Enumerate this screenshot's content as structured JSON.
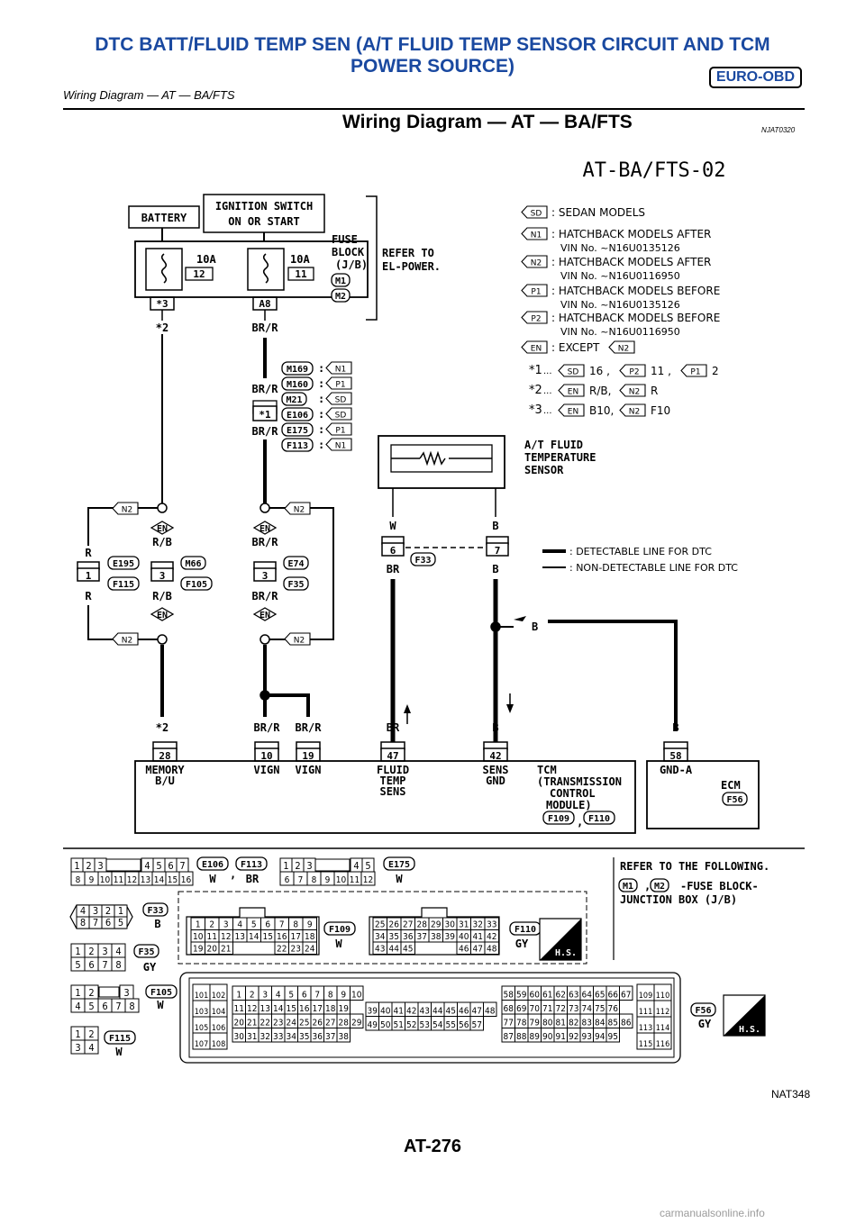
{
  "header": {
    "title_line1": "DTC BATT/FLUID TEMP SEN (A/T FLUID TEMP SENSOR CIRCUIT AND TCM",
    "title_line2": "POWER SOURCE)",
    "badge": "EURO-OBD",
    "subtitle": "Wiring Diagram — AT — BA/FTS"
  },
  "section": {
    "title": "Wiring Diagram — AT — BA/FTS",
    "ref": "NJAT0320"
  },
  "diagram": {
    "id": "AT-BA/FTS-02",
    "battery": "BATTERY",
    "ignition": [
      "IGNITION SWITCH",
      "ON OR START"
    ],
    "fuse_left": {
      "amp": "10A",
      "no": "12",
      "conn": "*3"
    },
    "fuse_right": {
      "amp": "10A",
      "no": "11",
      "conn": "A8"
    },
    "fuse_block": [
      "FUSE",
      "BLOCK",
      "(J/B)"
    ],
    "fuse_block_conns": [
      "M1",
      "M2"
    ],
    "refer_to": [
      "REFER TO",
      "EL-POWER."
    ],
    "wire_labels": {
      "star2_top": "*2",
      "br_r_top": "BR/R",
      "br_r_mid1": "BR/R",
      "br_r_mid2": "BR/R",
      "star1": "*1"
    },
    "mid_conns": [
      {
        "conn": "M169",
        "model": "N1"
      },
      {
        "conn": "M160",
        "model": "P1"
      },
      {
        "conn": "M21",
        "model": "SD"
      },
      {
        "conn": "E106",
        "model": "SD"
      },
      {
        "conn": "E175",
        "model": "P1"
      },
      {
        "conn": "F113",
        "model": "N1"
      }
    ],
    "legend": [
      {
        "tag": "SD",
        "text": "SEDAN MODELS",
        "text2": ""
      },
      {
        "tag": "N1",
        "text": "HATCHBACK MODELS AFTER",
        "text2": "VIN No. ~N16U0135126"
      },
      {
        "tag": "N2",
        "text": "HATCHBACK MODELS AFTER",
        "text2": "VIN No. ~N16U0116950"
      },
      {
        "tag": "P1",
        "text": "HATCHBACK MODELS BEFORE",
        "text2": "VIN No. ~N16U0135126"
      },
      {
        "tag": "P2",
        "text": "HATCHBACK MODELS BEFORE",
        "text2": "VIN No. ~N16U0116950"
      },
      {
        "tag": "EN",
        "text": "EXCEPT",
        "text2": ""
      }
    ],
    "legend_except_tag": "N2",
    "notes": [
      {
        "star": "*1",
        "parts": [
          {
            "tag": "SD",
            "text": "16 ,"
          },
          {
            "tag": "P2",
            "text": "11 ,"
          },
          {
            "tag": "P1",
            "text": "2"
          }
        ]
      },
      {
        "star": "*2",
        "parts": [
          {
            "tag": "EN",
            "text": "R/B,"
          },
          {
            "tag": "N2",
            "text": "R"
          }
        ]
      },
      {
        "star": "*3",
        "parts": [
          {
            "tag": "EN",
            "text": "B10,"
          },
          {
            "tag": "N2",
            "text": "F10"
          }
        ]
      }
    ],
    "sensor": [
      "A/T FLUID",
      "TEMPERATURE",
      "SENSOR"
    ],
    "sensor_wires": {
      "left_top": "W",
      "right_top": "B",
      "left_pin": "6",
      "right_pin": "7",
      "left_bottom": "BR",
      "right_bottom": "B",
      "conn": "F33"
    },
    "line_legend": [
      "DETECTABLE LINE FOR DTC",
      "NON-DETECTABLE LINE FOR DTC"
    ],
    "left_group": {
      "tag_top": "N2",
      "tag_bottom": "N2",
      "en_top": "EN",
      "en_bottom": "EN",
      "r_top": "R",
      "r_bottom": "R",
      "pin1": "1",
      "c1a": "E195",
      "c1b": "F115",
      "rb_top": "R/B",
      "rb_bottom": "R/B",
      "pin3": "3",
      "c3a": "M66",
      "c3b": "F105"
    },
    "mid_group": {
      "tag_top": "N2",
      "tag_bottom": "N2",
      "en_top": "EN",
      "en_bottom": "EN",
      "brr_top": "BR/R",
      "brr_bottom": "BR/R",
      "pin3": "3",
      "c3a": "E74",
      "c3b": "F35"
    },
    "ecm_b_top": "B",
    "ecm_b_lower": "B",
    "tcm_pins": [
      {
        "wire": "*2",
        "pin": "28",
        "label1": "MEMORY",
        "label2": "B/U",
        "label3": ""
      },
      {
        "wire": "BR/R",
        "pin": "10",
        "label1": "VIGN",
        "label2": "",
        "label3": ""
      },
      {
        "wire": "BR/R",
        "pin": "19",
        "label1": "VIGN",
        "label2": "",
        "label3": ""
      },
      {
        "wire": "BR",
        "pin": "47",
        "label1": "FLUID",
        "label2": "TEMP",
        "label3": "SENS"
      },
      {
        "wire": "B",
        "pin": "42",
        "label1": "SENS",
        "label2": "GND",
        "label3": ""
      }
    ],
    "tcm_name": [
      "TCM",
      "(TRANSMISSION",
      "CONTROL",
      "MODULE)"
    ],
    "tcm_conns": [
      "F109",
      "F110"
    ],
    "ecm_pin": {
      "wire": "B",
      "pin": "58",
      "label": "GND-A"
    },
    "ecm_name": "ECM",
    "ecm_conn": "F56"
  },
  "connectors": {
    "refer": [
      "REFER TO THE FOLLOWING.",
      "-FUSE BLOCK-",
      "JUNCTION BOX (J/B)"
    ],
    "refer_conns": [
      "M1",
      "M2"
    ],
    "hs": "H.S.",
    "items": [
      {
        "id": "E106",
        "color": "W",
        "rows": [
          [
            "1",
            "2",
            "3",
            "",
            "4",
            "5",
            "6",
            "7"
          ],
          [
            "8",
            "9",
            "10",
            "11",
            "12",
            "13",
            "14",
            "15",
            "16"
          ]
        ]
      },
      {
        "id": "F113",
        "color": "BR",
        "rows": []
      },
      {
        "id": "E175",
        "color": "W",
        "rows": [
          [
            "1",
            "2",
            "3",
            "",
            "4",
            "5"
          ],
          [
            "6",
            "7",
            "8",
            "9",
            "10",
            "11",
            "12"
          ]
        ]
      },
      {
        "id": "F33",
        "color": "B",
        "rows": [
          [
            "4",
            "3",
            "2",
            "1"
          ],
          [
            "8",
            "7",
            "6",
            "5"
          ]
        ]
      },
      {
        "id": "F35",
        "color": "GY",
        "rows": [
          [
            "1",
            "2",
            "3",
            "4"
          ],
          [
            "5",
            "6",
            "7",
            "8"
          ]
        ]
      },
      {
        "id": "F105",
        "color": "W",
        "rows": [
          [
            "1",
            "2",
            "",
            "3"
          ],
          [
            "4",
            "5",
            "6",
            "7",
            "8"
          ]
        ]
      },
      {
        "id": "F115",
        "color": "W",
        "rows": [
          [
            "1",
            "2"
          ],
          [
            "3",
            "4"
          ]
        ]
      },
      {
        "id": "F109",
        "color": "W",
        "rows": [
          [
            "1",
            "2",
            "3",
            "4",
            "5",
            "6",
            "7",
            "8",
            "9"
          ],
          [
            "10",
            "11",
            "12",
            "13",
            "14",
            "15",
            "16",
            "17",
            "18"
          ],
          [
            "19",
            "20",
            "21",
            "",
            "",
            "",
            "22",
            "23",
            "24"
          ]
        ]
      },
      {
        "id": "F110",
        "color": "GY",
        "rows": [
          [
            "25",
            "26",
            "27",
            "28",
            "29",
            "30",
            "31",
            "32",
            "33"
          ],
          [
            "34",
            "35",
            "36",
            "37",
            "38",
            "39",
            "40",
            "41",
            "42"
          ],
          [
            "43",
            "44",
            "45",
            "",
            "",
            "",
            "46",
            "47",
            "48"
          ]
        ]
      },
      {
        "id": "F56",
        "color": "GY",
        "rows": []
      }
    ],
    "ecm_blocks": {
      "b1": [
        [
          "101",
          "102"
        ],
        [
          "103",
          "104"
        ],
        [
          "105",
          "106"
        ],
        [
          "107",
          "108"
        ]
      ],
      "b2": [
        [
          "1",
          "2",
          "3",
          "4",
          "5",
          "6",
          "7",
          "8",
          "9",
          "10"
        ],
        [
          "11",
          "12",
          "13",
          "14",
          "15",
          "16",
          "17",
          "18",
          "19"
        ],
        [
          "20",
          "21",
          "22",
          "23",
          "24",
          "25",
          "26",
          "27",
          "28",
          "29"
        ],
        [
          "30",
          "31",
          "32",
          "33",
          "34",
          "35",
          "36",
          "37",
          "38"
        ]
      ],
      "b3": [
        [
          "39",
          "40",
          "41",
          "42",
          "43",
          "44",
          "45",
          "46",
          "47",
          "48"
        ],
        [
          "49",
          "50",
          "51",
          "52",
          "53",
          "54",
          "55",
          "56",
          "57"
        ]
      ],
      "b4": [
        [
          "58",
          "59",
          "60",
          "61",
          "62",
          "63",
          "64",
          "65",
          "66",
          "67"
        ],
        [
          "68",
          "69",
          "70",
          "71",
          "72",
          "73",
          "74",
          "75",
          "76"
        ],
        [
          "77",
          "78",
          "79",
          "80",
          "81",
          "82",
          "83",
          "84",
          "85",
          "86"
        ],
        [
          "87",
          "88",
          "89",
          "90",
          "91",
          "92",
          "93",
          "94",
          "95"
        ]
      ],
      "b5": [
        [
          "109",
          "110"
        ],
        [
          "111",
          "112"
        ],
        [
          "113",
          "114"
        ],
        [
          "115",
          "116"
        ]
      ]
    }
  },
  "footer": {
    "figure_id": "NAT348",
    "page": "AT-276",
    "watermark": "carmanualsonline.info"
  }
}
